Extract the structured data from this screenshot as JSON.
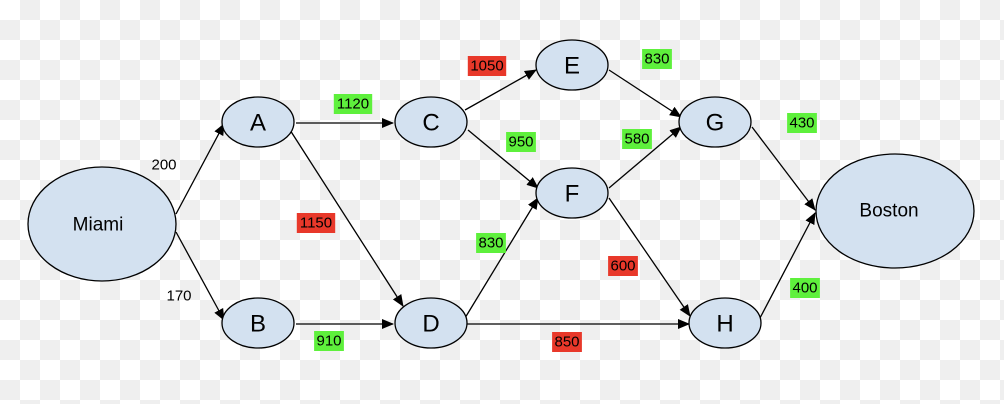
{
  "colors": {
    "node_fill": "#d3e1f0",
    "node_stroke": "#000000",
    "edge": "#000000",
    "label_green": "#5ef03c",
    "label_red": "#e8382a"
  },
  "nodes": {
    "miami": {
      "label": "Miami"
    },
    "a": {
      "label": "A"
    },
    "b": {
      "label": "B"
    },
    "c": {
      "label": "C"
    },
    "d": {
      "label": "D"
    },
    "e": {
      "label": "E"
    },
    "f": {
      "label": "F"
    },
    "g": {
      "label": "G"
    },
    "h": {
      "label": "H"
    },
    "boston": {
      "label": "Boston"
    }
  },
  "edges": [
    {
      "from": "Miami",
      "to": "A",
      "weight": "200",
      "highlight": "none"
    },
    {
      "from": "Miami",
      "to": "B",
      "weight": "170",
      "highlight": "none"
    },
    {
      "from": "A",
      "to": "C",
      "weight": "1120",
      "highlight": "green"
    },
    {
      "from": "A",
      "to": "D",
      "weight": "1150",
      "highlight": "red"
    },
    {
      "from": "B",
      "to": "D",
      "weight": "910",
      "highlight": "green"
    },
    {
      "from": "C",
      "to": "E",
      "weight": "1050",
      "highlight": "red"
    },
    {
      "from": "C",
      "to": "F",
      "weight": "950",
      "highlight": "green"
    },
    {
      "from": "D",
      "to": "F",
      "weight": "830",
      "highlight": "green"
    },
    {
      "from": "D",
      "to": "H",
      "weight": "850",
      "highlight": "red"
    },
    {
      "from": "E",
      "to": "G",
      "weight": "830",
      "highlight": "green"
    },
    {
      "from": "F",
      "to": "G",
      "weight": "580",
      "highlight": "green"
    },
    {
      "from": "F",
      "to": "H",
      "weight": "600",
      "highlight": "red"
    },
    {
      "from": "G",
      "to": "Boston",
      "weight": "430",
      "highlight": "green"
    },
    {
      "from": "H",
      "to": "Boston",
      "weight": "400",
      "highlight": "green"
    }
  ]
}
